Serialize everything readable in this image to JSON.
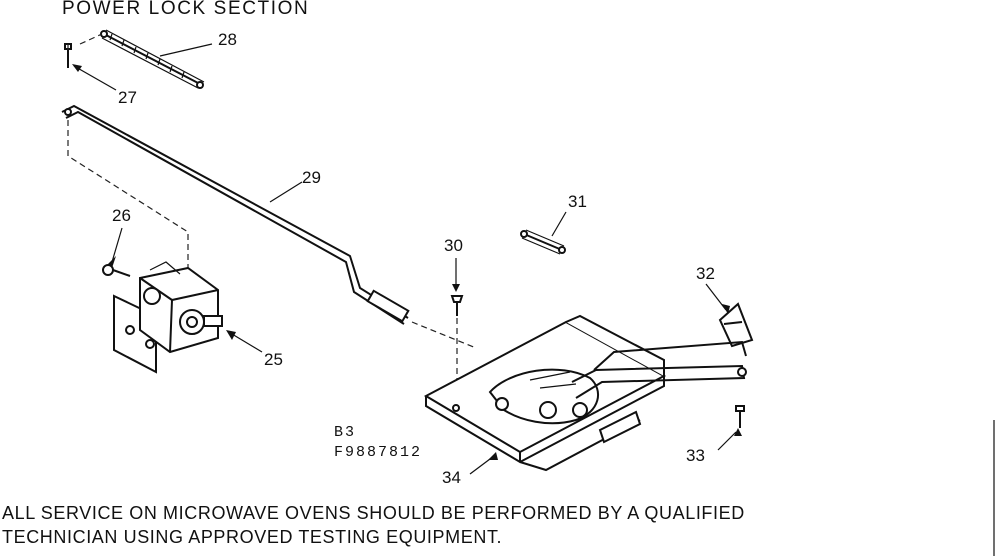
{
  "title": "POWER LOCK SECTION",
  "part_labels": {
    "p25": "25",
    "p26": "26",
    "p27": "27",
    "p28": "28",
    "p29": "29",
    "p30": "30",
    "p31": "31",
    "p32": "32",
    "p33": "33",
    "p34": "34"
  },
  "codes": {
    "line1": "B3",
    "line2": "F9887812"
  },
  "warning": {
    "line1": "ALL SERVICE ON MICROWAVE OVENS SHOULD BE PERFORMED BY A QUALIFIED",
    "line2": "TECHNICIAN USING APPROVED TESTING EQUIPMENT."
  }
}
